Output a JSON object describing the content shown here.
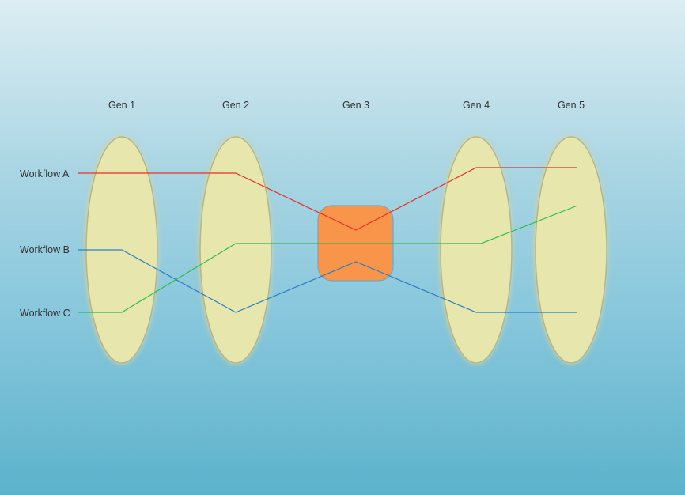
{
  "generations": [
    {
      "id": "gen1",
      "label": "Gen 1",
      "shape": "ellipse"
    },
    {
      "id": "gen2",
      "label": "Gen 2",
      "shape": "ellipse"
    },
    {
      "id": "gen3",
      "label": "Gen 3",
      "shape": "rounded-square"
    },
    {
      "id": "gen4",
      "label": "Gen 4",
      "shape": "ellipse"
    },
    {
      "id": "gen5",
      "label": "Gen 5",
      "shape": "ellipse"
    }
  ],
  "workflows": [
    {
      "id": "workflow-a",
      "label": "Workflow A",
      "color": "#e8302a"
    },
    {
      "id": "workflow-b",
      "label": "Workflow B",
      "color": "#2a7fc4"
    },
    {
      "id": "workflow-c",
      "label": "Workflow C",
      "color": "#2ebd4a"
    }
  ],
  "colors": {
    "ellipse_fill": "#e6e6ad",
    "ellipse_stroke": "#b3b58c",
    "node_fill": "#f8954a",
    "node_stroke": "#7ea2b8",
    "glow": "#f4f4c4"
  }
}
